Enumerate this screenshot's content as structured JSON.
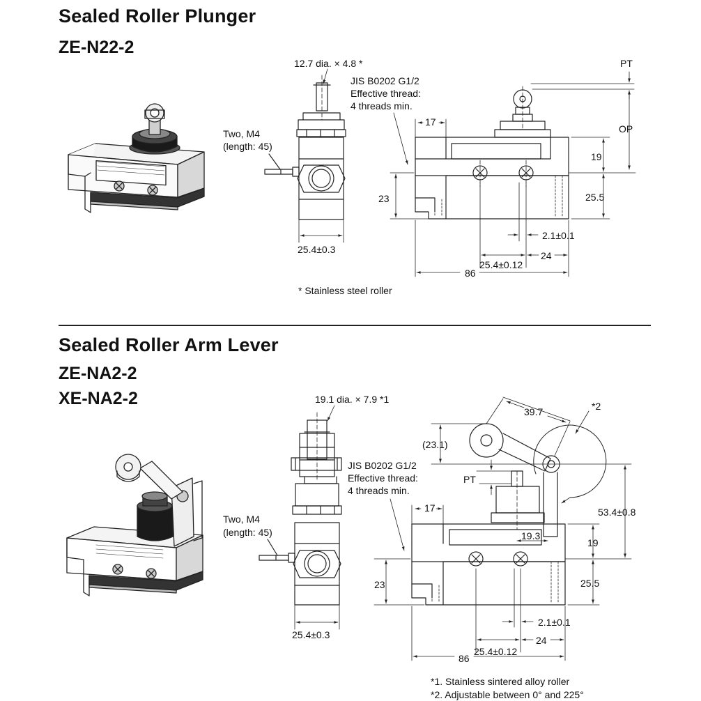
{
  "section1": {
    "title": "Sealed Roller Plunger",
    "model": "ZE-N22-2",
    "labels": {
      "roller_dim": "12.7 dia. × 4.8 *",
      "thread_line1": "JIS B0202 G1/2",
      "thread_line2": "Effective thread:",
      "thread_line3": "4 threads min.",
      "screw_line1": "Two, M4",
      "screw_line2": "(length: 45)",
      "dim_17": "17",
      "dim_pt": "PT",
      "dim_op": "OP",
      "dim_19": "19",
      "dim_23": "23",
      "dim_25_5": "25.5",
      "dim_width": "25.4±0.3",
      "dim_2_1": "2.1±0.1",
      "dim_24": "24",
      "dim_25_4_012": "25.4±0.12",
      "dim_86": "86",
      "note": "* Stainless steel roller"
    }
  },
  "section2": {
    "title": "Sealed Roller Arm Lever",
    "model1": "ZE-NA2-2",
    "model2": "XE-NA2-2",
    "labels": {
      "roller_dim": "19.1 dia. × 7.9  *1",
      "dim_39_7": "39.7",
      "star2": "*2",
      "dim_23_1": "(23.1)",
      "thread_line1": "JIS B0202 G1/2",
      "thread_line2": "Effective thread:",
      "thread_line3": "4 threads min.",
      "dim_pt": "PT",
      "dim_53_4": "53.4±0.8",
      "screw_line1": "Two, M4",
      "screw_line2": "(length: 45)",
      "dim_17": "17",
      "dim_19_3": "19.3",
      "dim_19": "19",
      "dim_23": "23",
      "dim_25_5": "25.5",
      "dim_width": "25.4±0.3",
      "dim_2_1": "2.1±0.1",
      "dim_24": "24",
      "dim_25_4_012": "25.4±0.12",
      "dim_86": "86",
      "note1": "*1. Stainless sintered alloy roller",
      "note2": "*2. Adjustable between 0° and 225°"
    }
  }
}
